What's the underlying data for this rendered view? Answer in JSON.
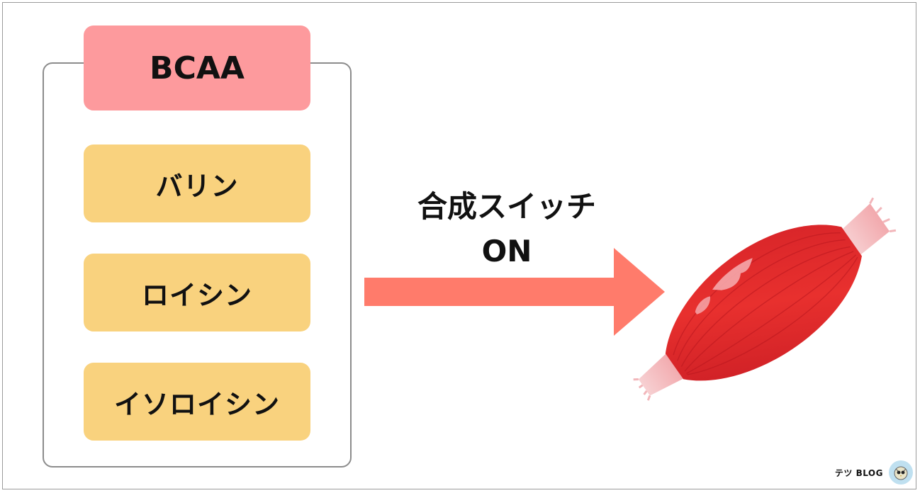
{
  "group": {
    "title": "BCAA",
    "items": [
      {
        "label": "バリン"
      },
      {
        "label": "ロイシン"
      },
      {
        "label": "イソロイシン"
      }
    ]
  },
  "arrow": {
    "label_line1": "合成スイッチ",
    "label_line2": "ON",
    "color": "#ff7b6b"
  },
  "illustration": {
    "icon": "muscle-icon",
    "color": "#e02b2b"
  },
  "footer": {
    "brand": "テツ BLOG",
    "logo_icon": "owl-logo-icon"
  },
  "colors": {
    "title_pill": "#fd9a9d",
    "item_pill": "#f9d27e",
    "border": "#8c8c8c"
  }
}
